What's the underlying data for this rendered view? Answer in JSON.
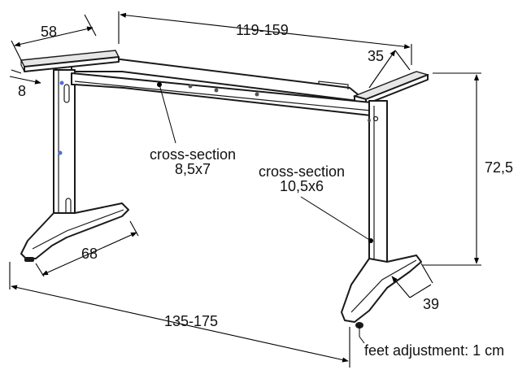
{
  "dimensions": {
    "top_plate_width": "58",
    "top_plate_thickness": "8",
    "top_length": "119-159",
    "top_right_width": "35",
    "height": "72,5",
    "foot_length": "68",
    "foot_width": "39",
    "bottom_length": "135-175"
  },
  "annotations": {
    "cross_section_1": {
      "title": "cross-section",
      "value": "8,5x7"
    },
    "cross_section_2": {
      "title": "cross-section",
      "value": "10,5x6"
    },
    "feet_adjustment": "feet adjustment: 1 cm"
  },
  "colors": {
    "line": "#1a1a1a",
    "fill": "#ffffff",
    "screw": "#4a6fd8"
  }
}
